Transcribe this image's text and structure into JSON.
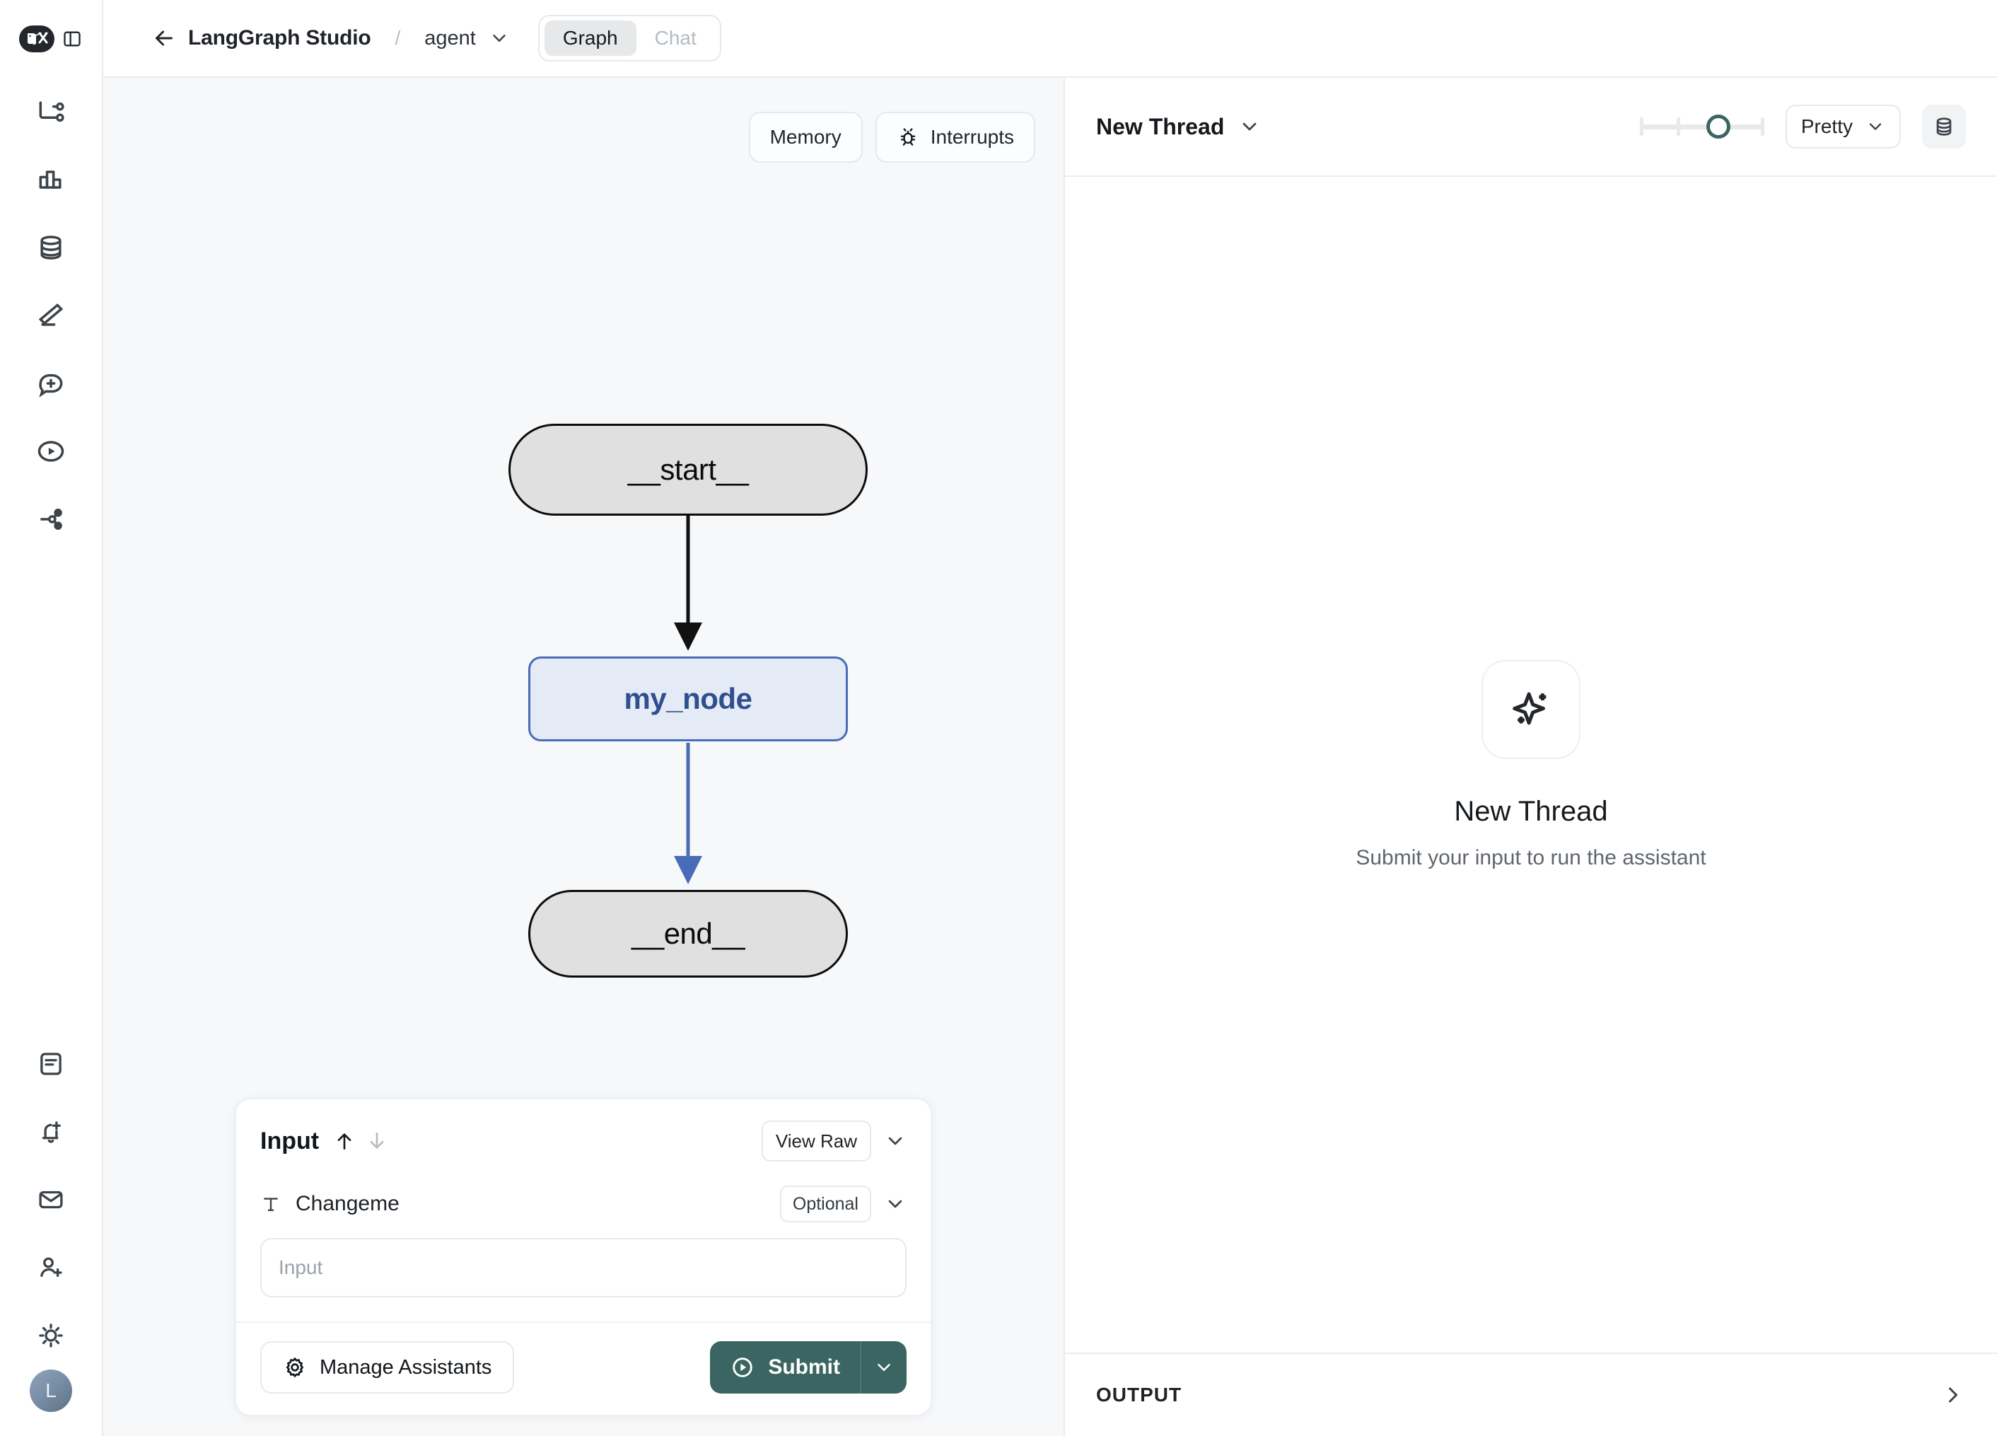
{
  "app": {
    "logo_icon": "langchain-parrot-logo",
    "panel_toggle_icon": "sidebar-toggle-icon"
  },
  "rail": {
    "items": [
      {
        "icon": "graph-flow-icon",
        "name": "sidebar-item-graph"
      },
      {
        "icon": "bar-chart-icon",
        "name": "sidebar-item-analytics"
      },
      {
        "icon": "database-icon",
        "name": "sidebar-item-datasets"
      },
      {
        "icon": "pencil-icon",
        "name": "sidebar-item-annotate"
      },
      {
        "icon": "message-plus-icon",
        "name": "sidebar-item-prompts"
      },
      {
        "icon": "play-circle-icon",
        "name": "sidebar-item-playground"
      },
      {
        "icon": "share-network-icon",
        "name": "sidebar-item-deployments"
      }
    ],
    "bottom_items": [
      {
        "icon": "document-text-icon",
        "name": "sidebar-item-docs"
      },
      {
        "icon": "bell-plus-icon",
        "name": "sidebar-item-alerts"
      },
      {
        "icon": "envelope-icon",
        "name": "sidebar-item-inbox"
      },
      {
        "icon": "user-plus-icon",
        "name": "sidebar-item-invite"
      },
      {
        "icon": "sun-icon",
        "name": "sidebar-item-theme"
      }
    ],
    "avatar_initial": "L"
  },
  "topbar": {
    "back_icon": "arrow-left-icon",
    "title": "LangGraph Studio",
    "separator": "/",
    "assistant": "agent",
    "assistant_chevron": "chevron-down-icon",
    "tabs": [
      {
        "label": "Graph",
        "active": true
      },
      {
        "label": "Chat",
        "active": false
      }
    ]
  },
  "graph": {
    "toolbar": {
      "memory_label": "Memory",
      "interrupts_label": "Interrupts",
      "interrupts_icon": "bug-icon"
    },
    "nodes": [
      {
        "id": "start",
        "label": "__start__",
        "style": "terminal"
      },
      {
        "id": "my_node",
        "label": "my_node",
        "style": "active"
      },
      {
        "id": "end",
        "label": "__end__",
        "style": "terminal"
      }
    ],
    "edges": [
      {
        "from": "start",
        "to": "my_node",
        "color": "#111111"
      },
      {
        "from": "my_node",
        "to": "end",
        "color": "#4a6cb8"
      }
    ]
  },
  "input_panel": {
    "title": "Input",
    "arrow_up_icon": "arrow-up-icon",
    "arrow_down_icon": "arrow-down-icon",
    "view_raw_label": "View Raw",
    "collapse_icon": "chevron-down-icon",
    "field": {
      "type_icon": "text-type-icon",
      "label": "Changeme",
      "badge": "Optional",
      "badge_chevron": "chevron-down-icon",
      "value": "",
      "placeholder": "Input"
    },
    "manage_assistants_label": "Manage Assistants",
    "manage_assistants_icon": "gear-icon",
    "submit_label": "Submit",
    "submit_icon": "play-circle-icon",
    "submit_caret_icon": "chevron-down-icon"
  },
  "thread": {
    "name": "New Thread",
    "name_chevron": "chevron-down-icon",
    "format_value": "Pretty",
    "format_chevron": "chevron-down-icon",
    "db_icon": "database-icon",
    "empty_icon": "sparkles-icon",
    "empty_title": "New Thread",
    "empty_subtitle": "Submit your input to run the assistant",
    "output_label": "OUTPUT",
    "output_chevron": "chevron-right-icon"
  },
  "colors": {
    "accent_teal": "#3b6562",
    "node_active_border": "#4a6cb8",
    "node_active_fill": "#e4eaf6",
    "node_terminal_fill": "#e0e0e0",
    "canvas_bg": "#f6f8fa"
  }
}
